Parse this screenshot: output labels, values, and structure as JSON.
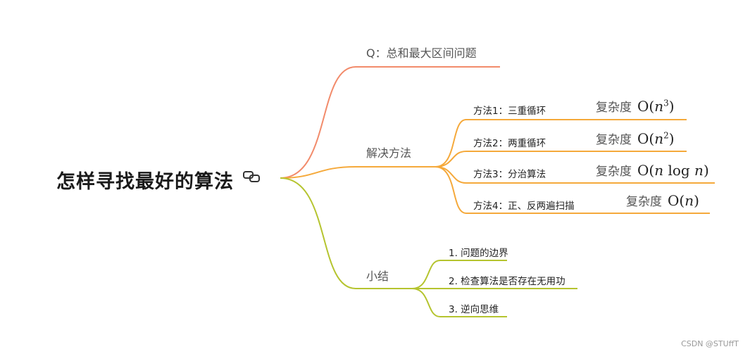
{
  "root": {
    "title": "怎样寻找最好的算法"
  },
  "branches": [
    {
      "label": "Q：总和最大区间问题",
      "color": "#f28b6b"
    },
    {
      "label": "解决方法",
      "color": "#f5a93b",
      "children": [
        {
          "label": "方法1：三重循环",
          "complexity_label": "复杂度",
          "complexity": "O(n³)"
        },
        {
          "label": "方法2：两重循环",
          "complexity_label": "复杂度",
          "complexity": "O(n²)"
        },
        {
          "label": "方法3：分治算法",
          "complexity_label": "复杂度",
          "complexity": "O(n log n)"
        },
        {
          "label": "方法4：正、反两遍扫描",
          "complexity_label": "复杂度",
          "complexity": "O(n)"
        }
      ]
    },
    {
      "label": "小结",
      "color": "#b5c42f",
      "children": [
        {
          "label": "1. 问题的边界"
        },
        {
          "label": "2. 检查算法是否存在无用功"
        },
        {
          "label": "3. 逆向思维"
        }
      ]
    }
  ],
  "watermark": "CSDN @STUffT"
}
